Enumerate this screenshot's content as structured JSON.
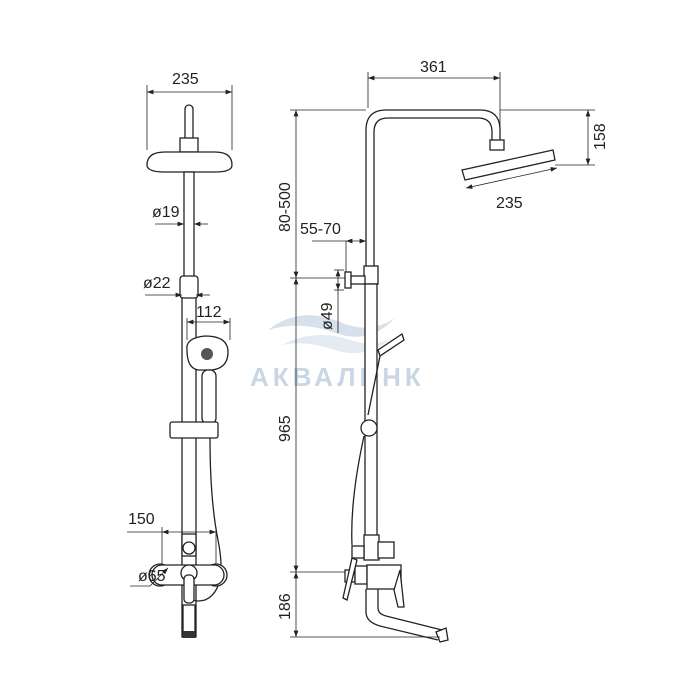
{
  "front_view": {
    "head_width": "235",
    "pipe_diameter_upper": "ø19",
    "pipe_diameter_lower": "ø22",
    "hand_shower_width": "112",
    "mixer_spacing": "150",
    "flange_diameter": "ø65"
  },
  "side_view": {
    "arm_reach": "361",
    "head_drop": "158",
    "head_width": "235",
    "adjustable_height": "80-500",
    "wall_offset": "55-70",
    "bracket_diameter": "ø49",
    "bar_height": "965",
    "spout_height": "186"
  },
  "watermark": "АКВАЛИНК",
  "colors": {
    "line": "#222222",
    "watermark": "#c9d6e3"
  }
}
